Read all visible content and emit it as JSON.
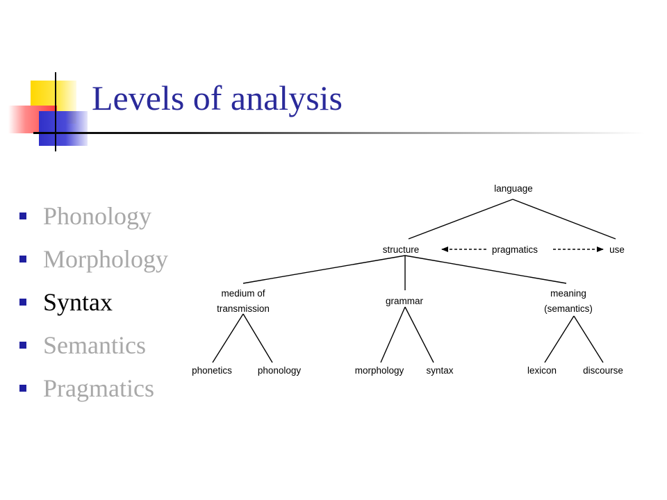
{
  "slide": {
    "title": "Levels of analysis",
    "colors": {
      "title": "#2a2a9a",
      "bullet_marker": "#1f1fa0",
      "inactive_text": "#a8a8a8",
      "active_text": "#000000"
    }
  },
  "bullets": [
    {
      "label": "Phonology",
      "active": false
    },
    {
      "label": "Morphology",
      "active": false
    },
    {
      "label": "Syntax",
      "active": true
    },
    {
      "label": "Semantics",
      "active": false
    },
    {
      "label": "Pragmatics",
      "active": false
    }
  ],
  "tree": {
    "language": "language",
    "structure": "structure",
    "pragmatics": "pragmatics",
    "use": "use",
    "medium_line1": "medium of",
    "medium_line2": "transmission",
    "grammar": "grammar",
    "meaning_line1": "meaning",
    "meaning_line2": "(semantics)",
    "phonetics": "phonetics",
    "phonology": "phonology",
    "morphology": "morphology",
    "syntax": "syntax",
    "lexicon": "lexicon",
    "discourse": "discourse"
  }
}
